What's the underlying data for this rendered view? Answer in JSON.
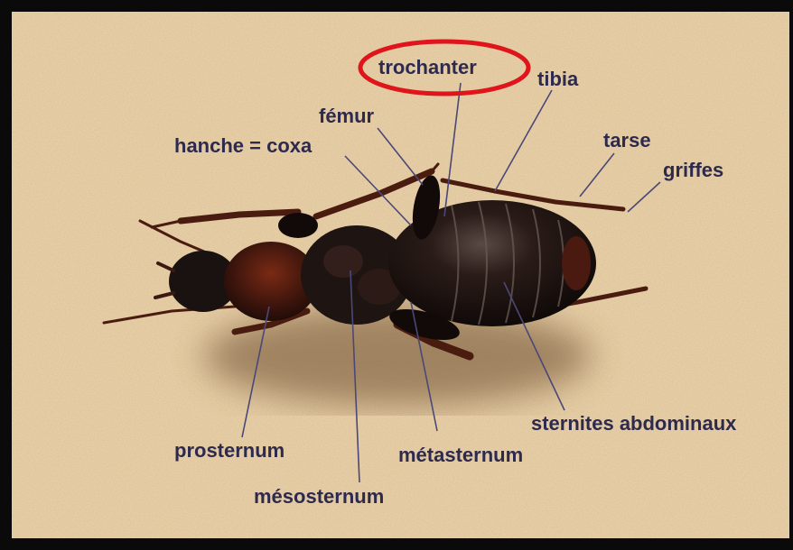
{
  "labels": {
    "trochanter": "trochanter",
    "tibia": "tibia",
    "femur": "fémur",
    "hanche": "hanche = coxa",
    "tarse": "tarse",
    "griffes": "griffes",
    "prosternum": "prosternum",
    "mesosternum": "mésosternum",
    "metasternum": "métasternum",
    "sternites": "sternites abdominaux"
  },
  "colors": {
    "sand": "#e8cfa6",
    "label_text": "#2e2a4e",
    "leader_line": "#4a4878",
    "highlight_ellipse": "#e0141b",
    "frame": "#0a0a0a",
    "beetle_body": "#1a1210",
    "beetle_legs": "#4a1c10"
  },
  "highlighted_label": "trochanter"
}
